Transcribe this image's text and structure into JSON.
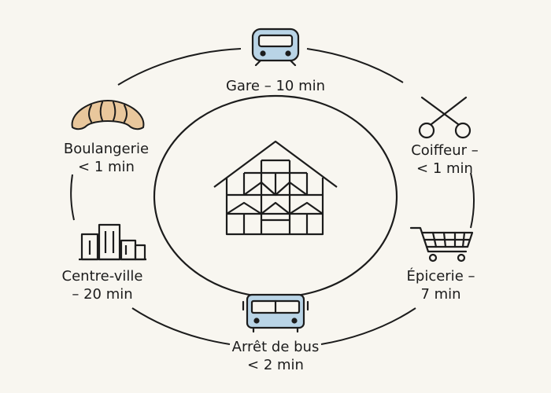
{
  "colors": {
    "background": "#f8f6f0",
    "stroke": "#1c1c1c",
    "vehicle_fill": "#b9d4e6",
    "croissant_fill": "#e9c79c"
  },
  "center": {
    "icon": "half-timbered-house-icon"
  },
  "places": [
    {
      "id": "train",
      "icon": "train-icon",
      "line1": "Gare – 10 min",
      "line2": ""
    },
    {
      "id": "hair",
      "icon": "scissors-icon",
      "line1": "Coiffeur –",
      "line2": "< 1 min"
    },
    {
      "id": "grocery",
      "icon": "shopping-cart-icon",
      "line1": "Épicerie –",
      "line2": "7 min"
    },
    {
      "id": "bus",
      "icon": "bus-icon",
      "line1": "Arrêt de bus",
      "line2": "< 2 min"
    },
    {
      "id": "city",
      "icon": "city-buildings-icon",
      "line1": "Centre-ville",
      "line2": "– 20 min"
    },
    {
      "id": "bakery",
      "icon": "croissant-icon",
      "line1": "Boulangerie",
      "line2": "< 1 min"
    }
  ]
}
